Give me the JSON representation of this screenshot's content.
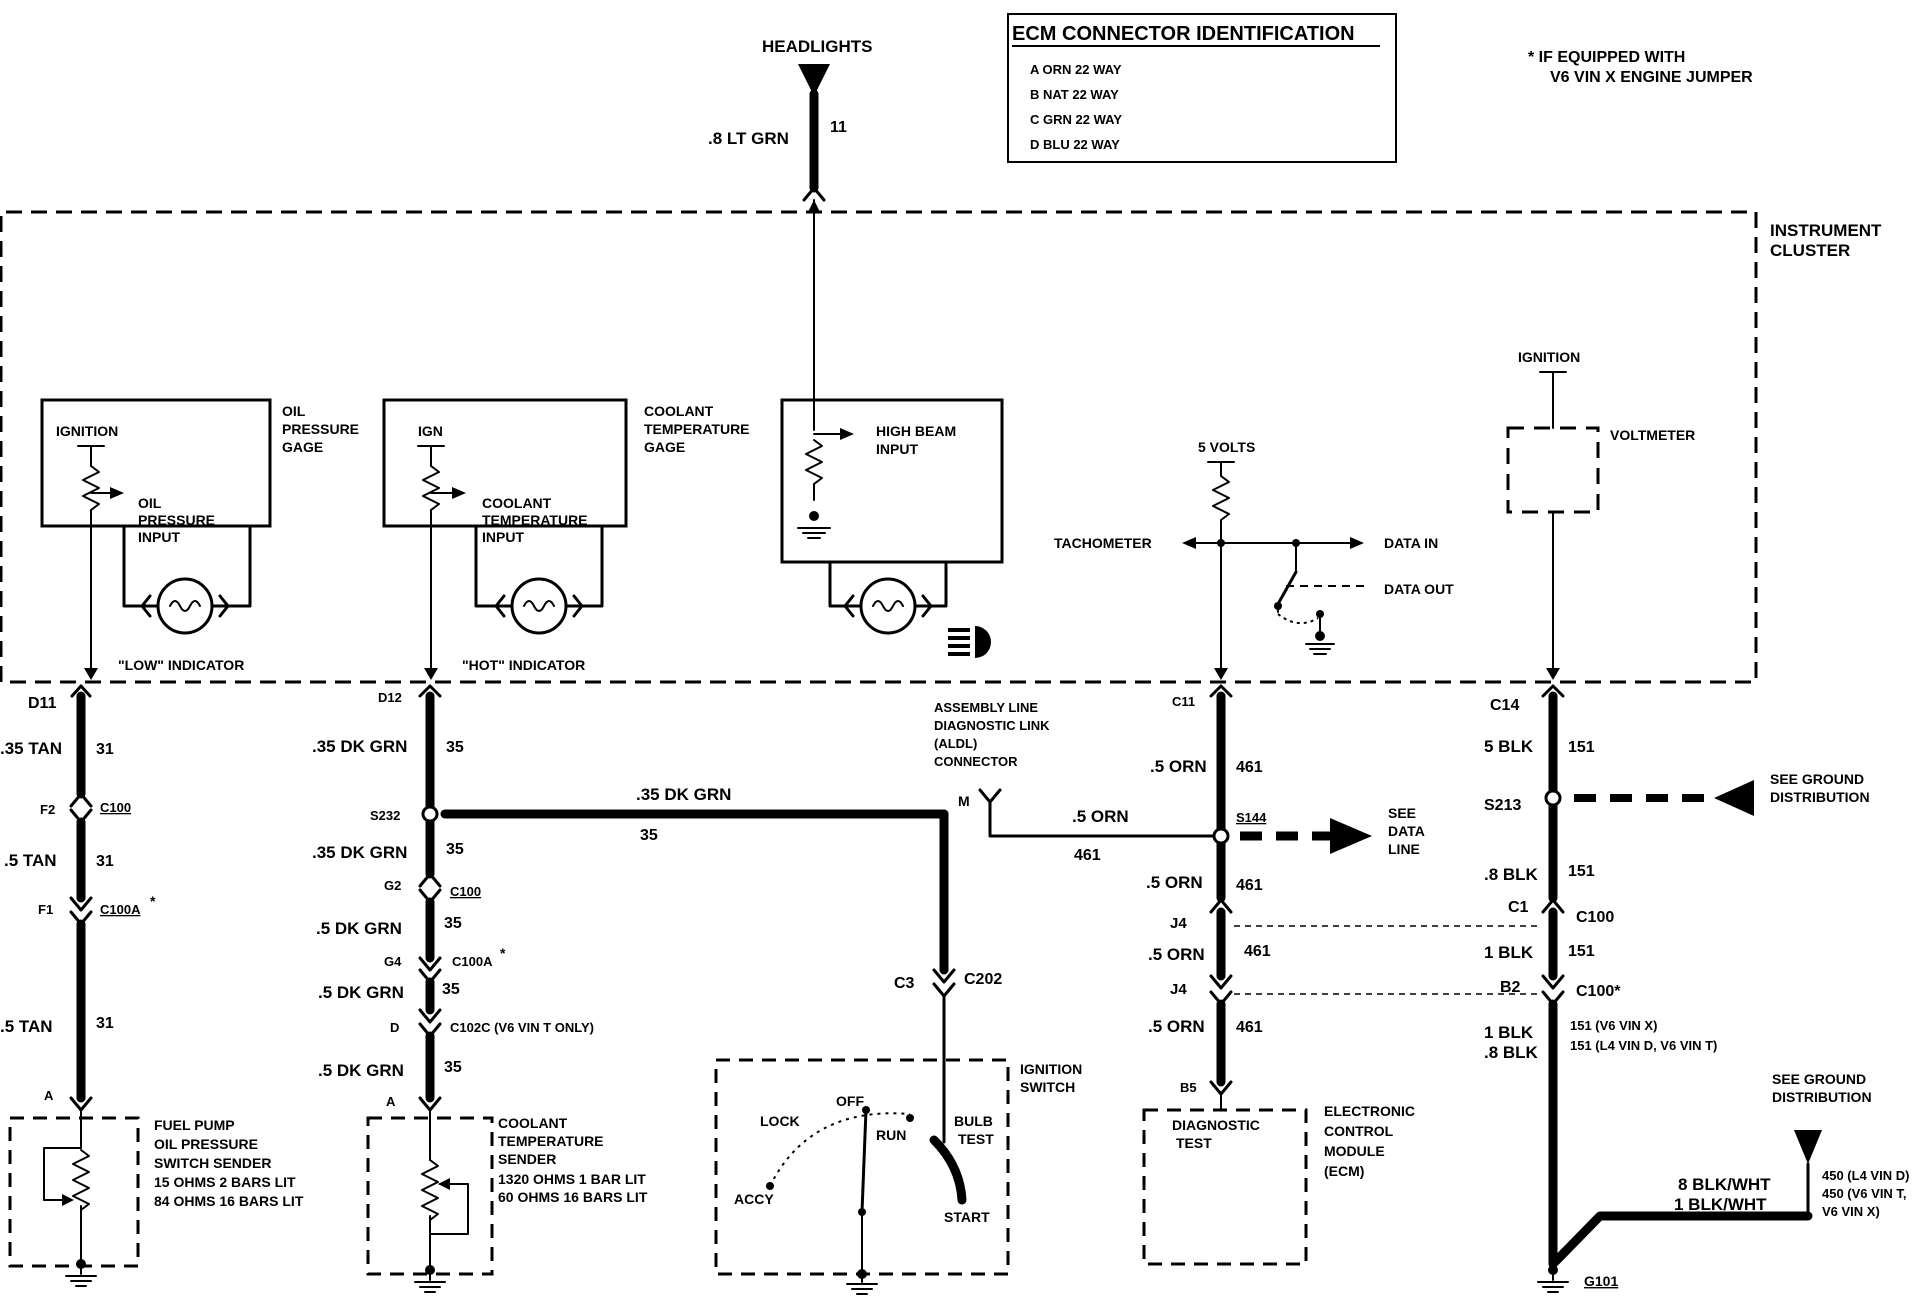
{
  "headlights": {
    "title": "HEADLIGHTS",
    "wire": ".8 LT GRN",
    "circuit": "11"
  },
  "ecm_table": {
    "title": "ECM CONNECTOR IDENTIFICATION",
    "rows": [
      "A   ORN   22 WAY",
      "B   NAT   22 WAY",
      "C   GRN   22 WAY",
      "D   BLU   22 WAY"
    ]
  },
  "footnote": {
    "line1": "*  IF EQUIPPED WITH",
    "line2": "V6 VIN X ENGINE JUMPER"
  },
  "cluster": {
    "line1": "INSTRUMENT",
    "line2": "CLUSTER"
  },
  "oil_gage": {
    "ignition": "IGNITION",
    "title1": "OIL",
    "title2": "PRESSURE",
    "title3": "GAGE",
    "input1": "OIL",
    "input2": "PRESSURE",
    "input3": "INPUT",
    "indicator": "\"LOW\" INDICATOR"
  },
  "coolant_gage": {
    "ignition": "IGN",
    "title1": "COOLANT",
    "title2": "TEMPERATURE",
    "title3": "GAGE",
    "input1": "COOLANT",
    "input2": "TEMPERATURE",
    "input3": "INPUT",
    "indicator": "\"HOT\" INDICATOR"
  },
  "high_beam": {
    "input1": "HIGH BEAM",
    "input2": "INPUT"
  },
  "tach": {
    "volts": "5 VOLTS",
    "tachometer": "TACHOMETER",
    "data_in": "DATA IN",
    "data_out": "DATA OUT"
  },
  "voltmeter": {
    "ignition": "IGNITION",
    "label": "VOLTMETER"
  },
  "oil_circuit": {
    "c1": "D11",
    "w1": ".35 TAN",
    "n1": "31",
    "c2a": "F2",
    "c2b": "C100",
    "w2": ".5 TAN",
    "n2": "31",
    "c3a": "F1",
    "c3b": "C100A",
    "star": "*",
    "w3": ".5 TAN",
    "n3": "31",
    "pin": "A",
    "sender1": "FUEL PUMP",
    "sender2": "OIL PRESSURE",
    "sender3": "SWITCH SENDER",
    "sender4": "15 OHMS 2 BARS LIT",
    "sender5": "84 OHMS 16 BARS LIT"
  },
  "coolant_circuit": {
    "c1": "D12",
    "w1": ".35 DK GRN",
    "n1": "35",
    "splice": "S232",
    "w2": ".35 DK GRN",
    "n2": "35",
    "c2a": "G2",
    "c2b": "C100",
    "w3": ".5 DK GRN",
    "n3": "35",
    "c3a": "G4",
    "c3b": "C100A",
    "star": "*",
    "w4": ".5 DK GRN",
    "n4": "35",
    "c4a": "D",
    "c4b": "C102C (V6 VIN T ONLY)",
    "w5": ".5 DK GRN",
    "n5": "35",
    "pin": "A",
    "sender1": "COOLANT",
    "sender2": "TEMPERATURE",
    "sender3": "SENDER",
    "sender4": "1320 OHMS 1 BAR LIT",
    "sender5": "60 OHMS 16 BARS LIT",
    "branch_wire": ".35 DK GRN",
    "branch_num": "35"
  },
  "ignition_switch": {
    "c1": "C3",
    "c2": "C202",
    "title1": "IGNITION",
    "title2": "SWITCH",
    "lock": "LOCK",
    "off": "OFF",
    "run": "RUN",
    "bulb1": "BULB",
    "bulb2": "TEST",
    "accy": "ACCY",
    "start": "START"
  },
  "aldl": {
    "line1": "ASSEMBLY LINE",
    "line2": "DIAGNOSTIC LINK",
    "line3": "(ALDL)",
    "line4": "CONNECTOR",
    "pin": "M",
    "wire": ".5 ORN",
    "num": "461"
  },
  "data_circuit": {
    "c1": "C11",
    "w1": ".5 ORN",
    "n1": "461",
    "splice": "S144",
    "see1": "SEE",
    "see2": "DATA",
    "see3": "LINE",
    "w2": ".5 ORN",
    "n2": "461",
    "c2": "J4",
    "w3": ".5 ORN",
    "n3": "461",
    "c3": "J4",
    "w4": ".5 ORN",
    "n4": "461",
    "pin": "B5",
    "diag1": "DIAGNOSTIC",
    "diag2": "TEST",
    "ecm1": "ELECTRONIC",
    "ecm2": "CONTROL",
    "ecm3": "MODULE",
    "ecm4": "(ECM)"
  },
  "ground_circuit": {
    "c1": "C14",
    "w1": "5 BLK",
    "n1": "151",
    "splice": "S213",
    "see1": "SEE GROUND",
    "see2": "DISTRIBUTION",
    "w2": ".8 BLK",
    "n2": "151",
    "c2a": "C1",
    "c2b": "C100",
    "w3": "1 BLK",
    "n3": "151",
    "c3a": "B2",
    "c3b": "C100*",
    "w4a": "1 BLK",
    "w4b": ".8 BLK",
    "n4a": "151 (V6 VIN X)",
    "n4b": "151 (L4 VIN D, V6 VIN T)",
    "ground": "G101",
    "see3": "SEE GROUND",
    "see4": "DISTRIBUTION",
    "bw1": "8 BLK/WHT",
    "bw2": "1 BLK/WHT",
    "bn1": "450 (L4 VIN D)",
    "bn2": "450 (V6 VIN T,",
    "bn3": "V6 VIN X)"
  }
}
